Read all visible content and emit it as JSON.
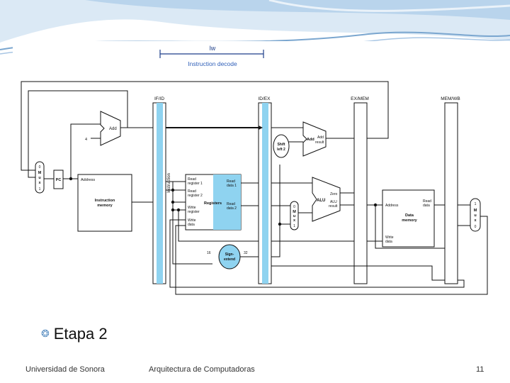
{
  "slide": {
    "bullet": "Etapa 2",
    "footer_left": "Universidad de Sonora",
    "footer_center": "Arquitectura de Computadoras",
    "page_number": "11"
  },
  "diagram": {
    "instruction": "lw",
    "stage_label": "Instruction decode",
    "pipeline_registers": [
      "IF/ID",
      "ID/EX",
      "EX/MEM",
      "MEM/WB"
    ],
    "ifid_field": "Instruction",
    "pc": "PC",
    "add": "Add",
    "four": "4",
    "address": "Address",
    "instruction_memory": [
      "Instruction",
      "memory"
    ],
    "mux_letters": [
      "M",
      "u",
      "x"
    ],
    "mux_inputs": [
      "0",
      "1"
    ],
    "wb_mux_inputs": [
      "1",
      "0"
    ],
    "registers": {
      "read_register_1": [
        "Read",
        "register 1"
      ],
      "read_register_2": [
        "Read",
        "register 2"
      ],
      "write_register": [
        "Write",
        "register"
      ],
      "write_data": [
        "Write",
        "data"
      ],
      "title": "Registers",
      "read_data_1": [
        "Read",
        "data 1"
      ],
      "read_data_2": [
        "Read",
        "data 2"
      ]
    },
    "sign_extend": [
      "Sign-",
      "extend"
    ],
    "bits_in": "16",
    "bits_out": "32",
    "shift_left": [
      "Shift",
      "left 2"
    ],
    "add_result": [
      "Add",
      "result"
    ],
    "alu": "ALU",
    "zero": "Zero",
    "alu_result": [
      "ALU",
      "result"
    ],
    "data_memory": {
      "address": "Address",
      "read_data": [
        "Read",
        "data"
      ],
      "title": [
        "Data",
        "memory"
      ],
      "write_data": [
        "Write",
        "data"
      ]
    }
  },
  "colors": {
    "highlight": "#8fd3f0",
    "wire": "#111111",
    "bracket": "#1f3f8a",
    "blue_text": "#2f5fb8"
  }
}
